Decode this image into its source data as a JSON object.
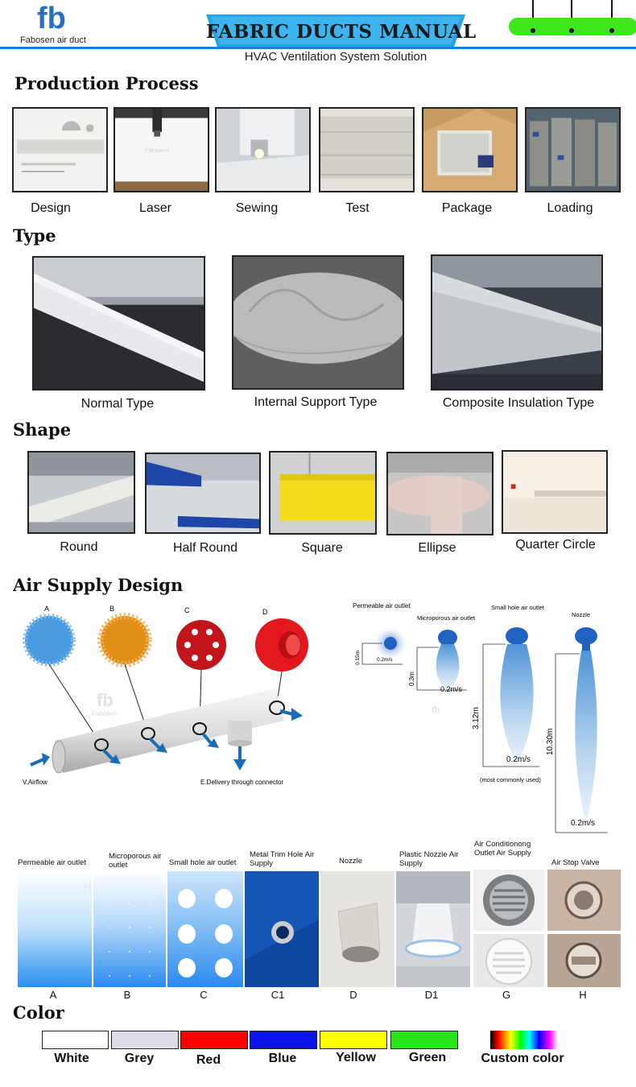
{
  "header": {
    "logo_letters": "fb",
    "logo_text": "Fabosen air duct",
    "banner_title": "FABRIC DUCTS MANUAL",
    "subtitle": "HVAC Ventilation System Solution"
  },
  "colors": {
    "brand_blue": "#1f7fd6",
    "banner_blue": "#27a3e4",
    "lamp_green": "#3fe619"
  },
  "sections": {
    "production": "Production Process",
    "type": "Type",
    "shape": "Shape",
    "air_supply": "Air Supply Design",
    "color": "Color"
  },
  "production_steps": [
    "Design",
    "Laser",
    "Sewing",
    "Test",
    "Package",
    "Loading"
  ],
  "photo_watermark": "Fabosen",
  "types": [
    "Normal Type",
    "Internal Support  Type",
    "Composite Insulation Type"
  ],
  "shapes": [
    "Round",
    "Half Round",
    "Square",
    "Ellipse",
    "Quarter Circle"
  ],
  "air_supply_diagram": {
    "outlet_letters": [
      "A",
      "B",
      "C",
      "D"
    ],
    "airflow_label": "V.Airflow",
    "connector_label": "E.Delivery through connector",
    "watermark_letters": "fb",
    "watermark_text": "Fabosen"
  },
  "throw_chart": {
    "permeable_label": "Permeable air outlet",
    "microporous_label": "Microporous air outlet",
    "small_hole_label": "Small hole air outlet",
    "nozzle_label": "Nozzle",
    "permeable_height": "0.15m",
    "permeable_speed": "0.2m/s",
    "microporous_height": "0.3m",
    "microporous_speed": "0.2m/s",
    "small_hole_height": "3.12m",
    "small_hole_speed": "0.2m/s",
    "small_hole_note": "(most commonly used)",
    "nozzle_height": "10.30m",
    "nozzle_speed": "0.2m/s"
  },
  "products": [
    {
      "title": "Permeable  air outlet",
      "letter": "A"
    },
    {
      "title": "Microporous air outlet",
      "letter": "B"
    },
    {
      "title": "Small hole air outlet",
      "letter": "C"
    },
    {
      "title": "Metal Trim Hole Air Supply",
      "letter": "C1"
    },
    {
      "title": "Nozzle",
      "letter": "D"
    },
    {
      "title": "Plastic Nozzle Air Supply",
      "letter": "D1"
    },
    {
      "title": "Air Conditionong Outlet Air Supply",
      "letter": "G"
    },
    {
      "title": "Air Stop Valve",
      "letter": "H"
    }
  ],
  "color_swatches": [
    {
      "label": "White",
      "hex": "#ffffff"
    },
    {
      "label": "Grey",
      "hex": "#dcdce6"
    },
    {
      "label": "Red",
      "hex": "#ff0000"
    },
    {
      "label": "Blue",
      "hex": "#0a14e6"
    },
    {
      "label": "Yellow",
      "hex": "#ffff00"
    },
    {
      "label": "Green",
      "hex": "#29e61c"
    },
    {
      "label": "Custom color",
      "hex": "rainbow"
    }
  ]
}
